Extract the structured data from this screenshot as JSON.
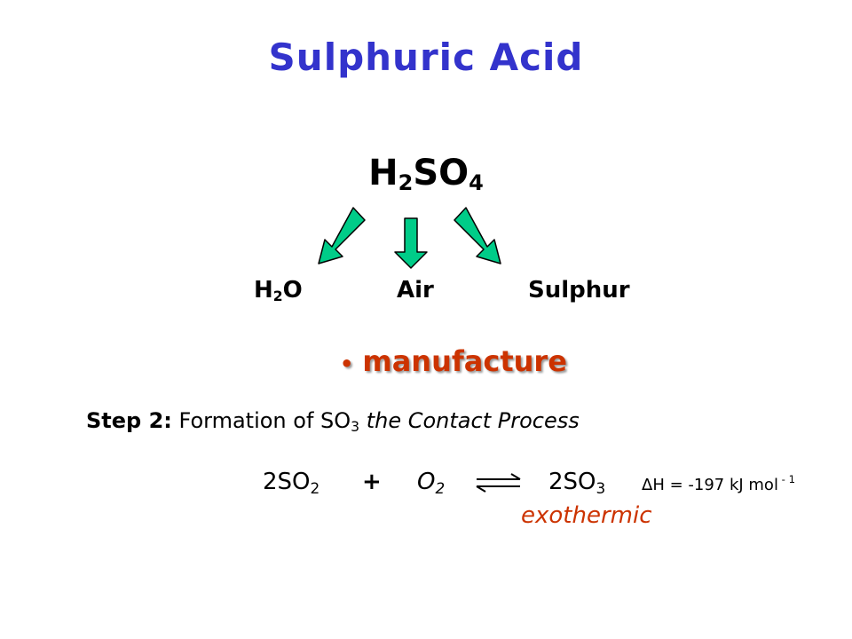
{
  "slide": {
    "title": "Sulphuric Acid",
    "formula": {
      "main": "H",
      "sub1": "2",
      "mid": "SO",
      "sub2": "4"
    },
    "raw_materials": [
      {
        "main": "H",
        "sub": "2",
        "tail": "O"
      },
      {
        "main": "Air",
        "sub": "",
        "tail": ""
      },
      {
        "main": "Sulphur",
        "sub": "",
        "tail": ""
      }
    ],
    "bullet": {
      "dot": "•",
      "text": "manufacture"
    },
    "step": {
      "label": "Step 2:",
      "text": " Formation of SO",
      "sub": "3",
      "italic": " the Contact Process"
    },
    "equation": {
      "reactant1": {
        "main": "2SO",
        "sub": "2"
      },
      "plus": "+",
      "reactant2": {
        "main": "O",
        "sub": "2"
      },
      "product": {
        "main": "2SO",
        "sub": "3"
      },
      "enthalpy": {
        "main": "ΔH = -197 kJ mol",
        "sup": " - 1"
      },
      "note": "exothermic"
    },
    "colors": {
      "title": "#3333cc",
      "accent": "#cc3300",
      "arrow_fill": "#00cc88"
    }
  }
}
